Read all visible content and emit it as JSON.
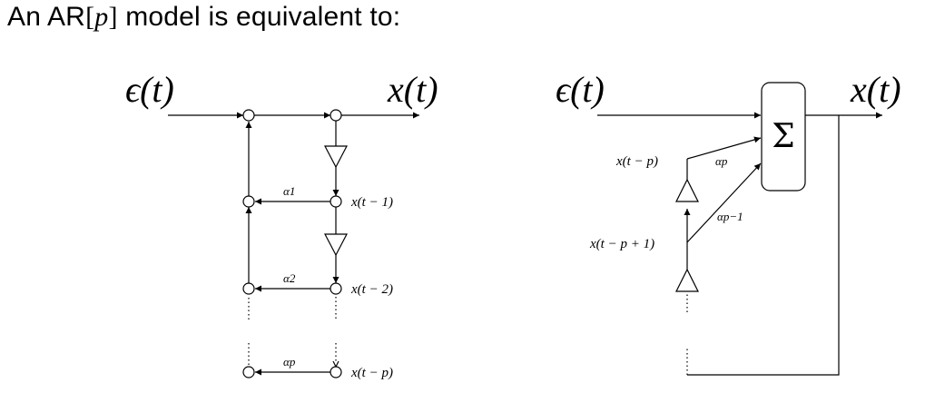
{
  "heading": {
    "prefix": "An AR",
    "open": "[",
    "param": "p",
    "close": "]",
    "suffix": " model is equivalent to:"
  },
  "left_diagram": {
    "input_label": "ϵ(t)",
    "output_label": "x(t)",
    "coefficients": [
      "α1",
      "α2",
      "αp"
    ],
    "delay_labels": [
      "x(t − 1)",
      "x(t − 2)",
      "x(t − p)"
    ]
  },
  "right_diagram": {
    "input_label": "ϵ(t)",
    "output_label": "x(t)",
    "sum_symbol": "Σ",
    "delay_labels": [
      "x(t − p)",
      "x(t − p + 1)"
    ],
    "coefficients": [
      "αp",
      "αp−1"
    ]
  }
}
